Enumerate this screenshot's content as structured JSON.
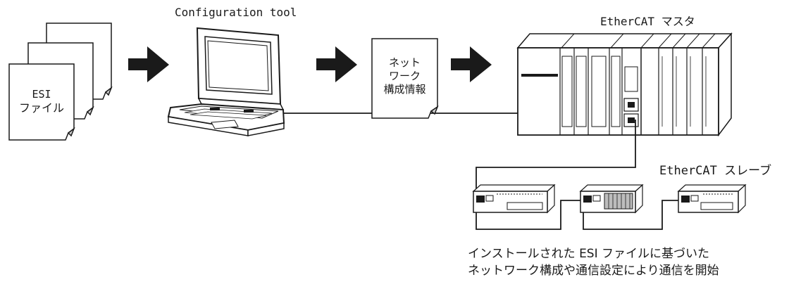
{
  "labels": {
    "config_tool": "Configuration tool",
    "master": "EtherCAT マスタ",
    "slave": "EtherCAT スレーブ"
  },
  "esi_doc": {
    "line1": "ESI",
    "line2": "ファイル"
  },
  "network_doc": {
    "line1": "ネット",
    "line2": "ワーク",
    "line3": "構成情報"
  },
  "caption": {
    "line1": "インストールされた ESI ファイルに基づいた",
    "line2": "ネットワーク構成や通信設定により通信を開始"
  },
  "colors": {
    "ink": "#1a1a1a",
    "arrow": "#1a1a1a",
    "paper": "#ffffff"
  }
}
